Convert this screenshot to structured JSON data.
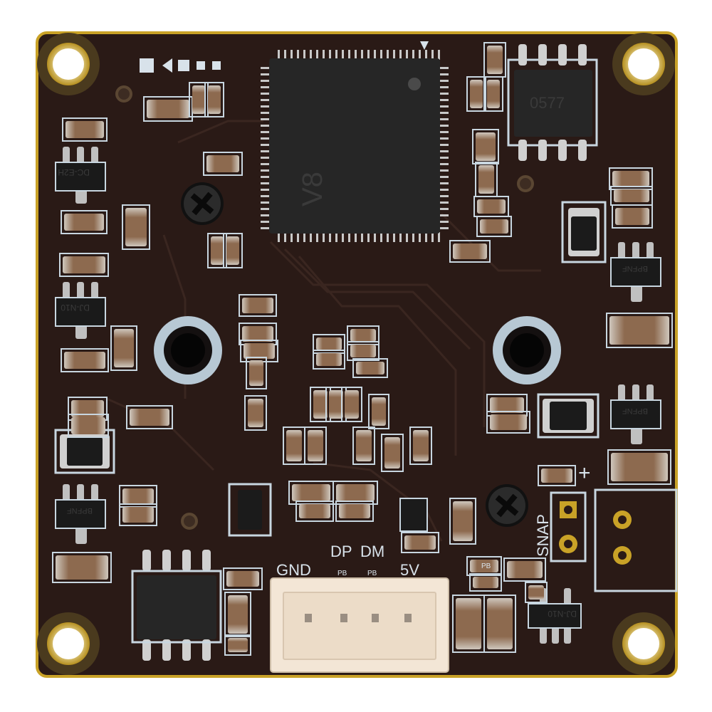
{
  "board": {
    "chip_label": "V8",
    "ic_top_right_label": "0577",
    "regulator_labels": [
      "DC-E2H",
      "DJ-N10",
      "DJ-N10"
    ],
    "transistor_labels": [
      "BPFNF",
      "BPFNF",
      "BPFNF"
    ],
    "pin_labels": {
      "gnd": "GND",
      "dp": "DP",
      "dm": "DM",
      "v5": "5V"
    },
    "pad_labels": {
      "pb1": "PB",
      "pb2": "PB",
      "pb3": "PB"
    },
    "snap_label": "SNAP",
    "plus_sign": "+"
  },
  "colors": {
    "pcb": "#2a1a16",
    "pcb_edge": "#1e120f",
    "gold": "#c9a227",
    "silkscreen": "#d8e2ea",
    "connector": "#f3e6d6",
    "chip": "#262626"
  }
}
